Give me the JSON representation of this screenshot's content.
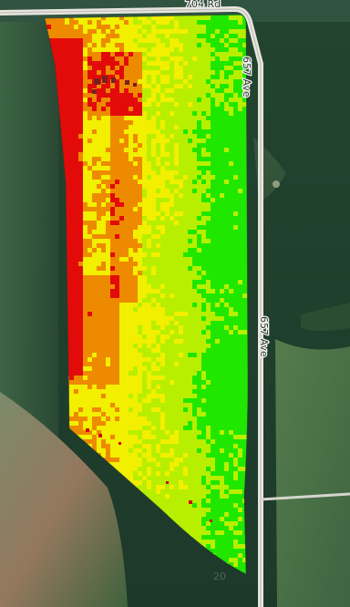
{
  "map": {
    "road_labels": {
      "top": "704 Rd",
      "upper_right": "657 Ave",
      "lower_right": "657 Ave"
    },
    "watermark": "20",
    "legend_colors": {
      "red": "#e30a0a",
      "orange": "#ee8a00",
      "yellow": "#f2ef00",
      "yellow_green": "#b8ef00",
      "green": "#1fe700"
    },
    "satellite_colors": {
      "dark_water": "#21412f",
      "field_green": "#4f7a4b",
      "field_brown": "#8f7257",
      "road": "#e9e6df"
    }
  }
}
